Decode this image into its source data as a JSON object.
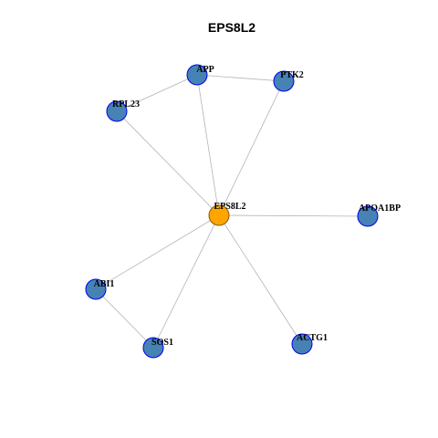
{
  "title": "EPS8L2",
  "colors": {
    "hub_fill": "#FFA500",
    "hub_stroke": "#8B5A00",
    "node_fill": "#4682B4",
    "node_stroke": "#0000EE",
    "edge": "#B3B3B3",
    "background": "#FFFFFF"
  },
  "nodes": [
    {
      "id": "EPS8L2",
      "hub": true
    },
    {
      "id": "APP",
      "hub": false
    },
    {
      "id": "PTK2",
      "hub": false
    },
    {
      "id": "RPL23",
      "hub": false
    },
    {
      "id": "APOA1BP",
      "hub": false
    },
    {
      "id": "ABI1",
      "hub": false
    },
    {
      "id": "SOS1",
      "hub": false
    },
    {
      "id": "ACTG1",
      "hub": false
    }
  ],
  "edges": [
    [
      "APP",
      "PTK2"
    ],
    [
      "APP",
      "RPL23"
    ],
    [
      "APP",
      "EPS8L2"
    ],
    [
      "PTK2",
      "EPS8L2"
    ],
    [
      "RPL23",
      "EPS8L2"
    ],
    [
      "EPS8L2",
      "APOA1BP"
    ],
    [
      "EPS8L2",
      "ABI1"
    ],
    [
      "EPS8L2",
      "SOS1"
    ],
    [
      "EPS8L2",
      "ACTG1"
    ],
    [
      "ABI1",
      "SOS1"
    ]
  ]
}
